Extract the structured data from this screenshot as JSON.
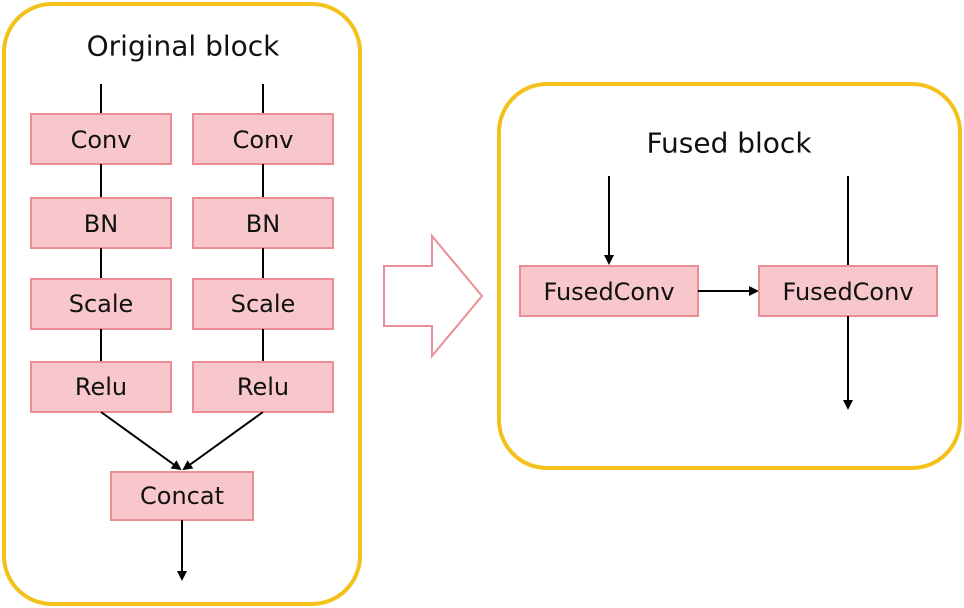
{
  "original_block": {
    "title": "Original block",
    "branches": [
      {
        "conv": "Conv",
        "bn": "BN",
        "scale": "Scale",
        "relu": "Relu"
      },
      {
        "conv": "Conv",
        "bn": "BN",
        "scale": "Scale",
        "relu": "Relu"
      }
    ],
    "concat": "Concat"
  },
  "transform_arrow": {
    "icon": "right-arrow-icon"
  },
  "fused_block": {
    "title": "Fused block",
    "nodes": [
      "FusedConv",
      "FusedConv"
    ]
  },
  "colors": {
    "panel_border": "#f2c21b",
    "node_fill": "#f8c7cb",
    "node_border": "#ea8d94",
    "arrow_outline": "#ea8d94",
    "edge": "#000000"
  }
}
